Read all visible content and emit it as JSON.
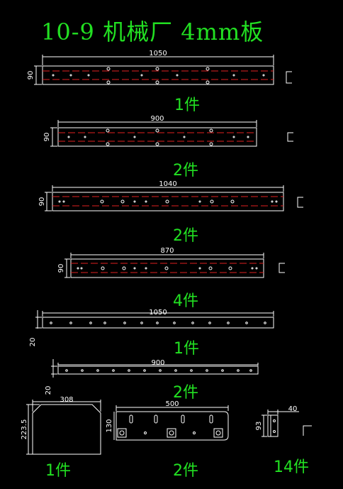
{
  "title": "10-9  机械厂  4mm板",
  "colors": {
    "outline": "#ffffff",
    "centerline": "#e02020",
    "text": "#22e022",
    "dim": "#ffffff"
  },
  "parts": [
    {
      "length": "1050",
      "width": "90",
      "qty": "1件"
    },
    {
      "length": "900",
      "width": "90",
      "qty": "2件"
    },
    {
      "length": "1040",
      "width": "90",
      "qty": "2件"
    },
    {
      "length": "870",
      "width": "90",
      "qty": "4件"
    },
    {
      "length": "1050",
      "width": "20",
      "qty": "1件"
    },
    {
      "length": "900",
      "width": "20",
      "qty": "2件"
    },
    {
      "length": "308",
      "width": "223.5",
      "qty": "1件"
    },
    {
      "length": "500",
      "width": "130",
      "qty": "2件"
    },
    {
      "length": "40",
      "width": "93",
      "qty": "14件"
    }
  ]
}
